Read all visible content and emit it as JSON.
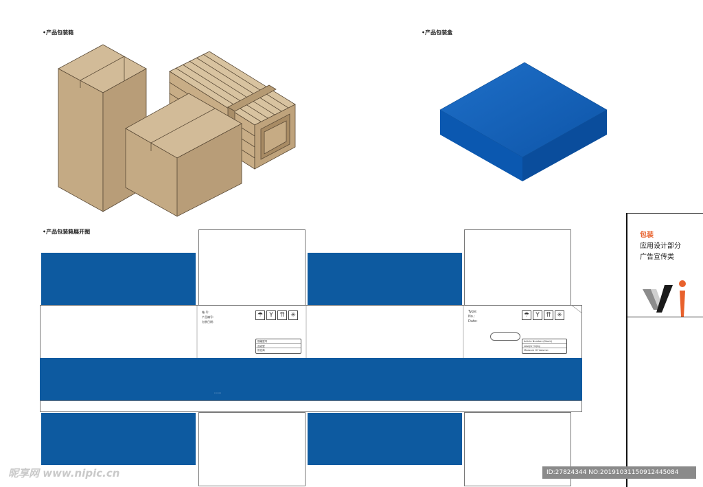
{
  "sections": {
    "shipping_boxes": "•产品包装箱",
    "product_box": "•产品包装盒",
    "unfolded": "•产品包装箱展开图"
  },
  "side_panel": {
    "title": "包装",
    "line1": "应用设计部分",
    "line2": "广告宣传类"
  },
  "carton": {
    "left_fields": [
      "箱    号:",
      "产品编号:",
      "包装日期:"
    ],
    "left_label_rows": [
      "规格型号",
      "品名型",
      "供应商"
    ],
    "right_fields": [
      "Type:",
      "No.:",
      "Date:"
    ],
    "right_label_rows": [
      "Article Number:(Stock)",
      "Loss(G+G)kg",
      "Measure Of Volume:"
    ],
    "icons": [
      "umbrella-icon",
      "glass-icon",
      "this-way-up-icon",
      "snowflake-icon"
    ],
    "icon_glyphs": [
      "☂",
      "Y",
      "⇈",
      "✳"
    ],
    "dots": "\" \"   \"\""
  },
  "colors": {
    "blue": "#0d5aa0",
    "cardboard": "#c6ae8c",
    "accent": "#e8612c"
  },
  "watermark": "昵享网 www.nipic.cn",
  "image_id": "ID:27824344 NO:20191031150912445084"
}
